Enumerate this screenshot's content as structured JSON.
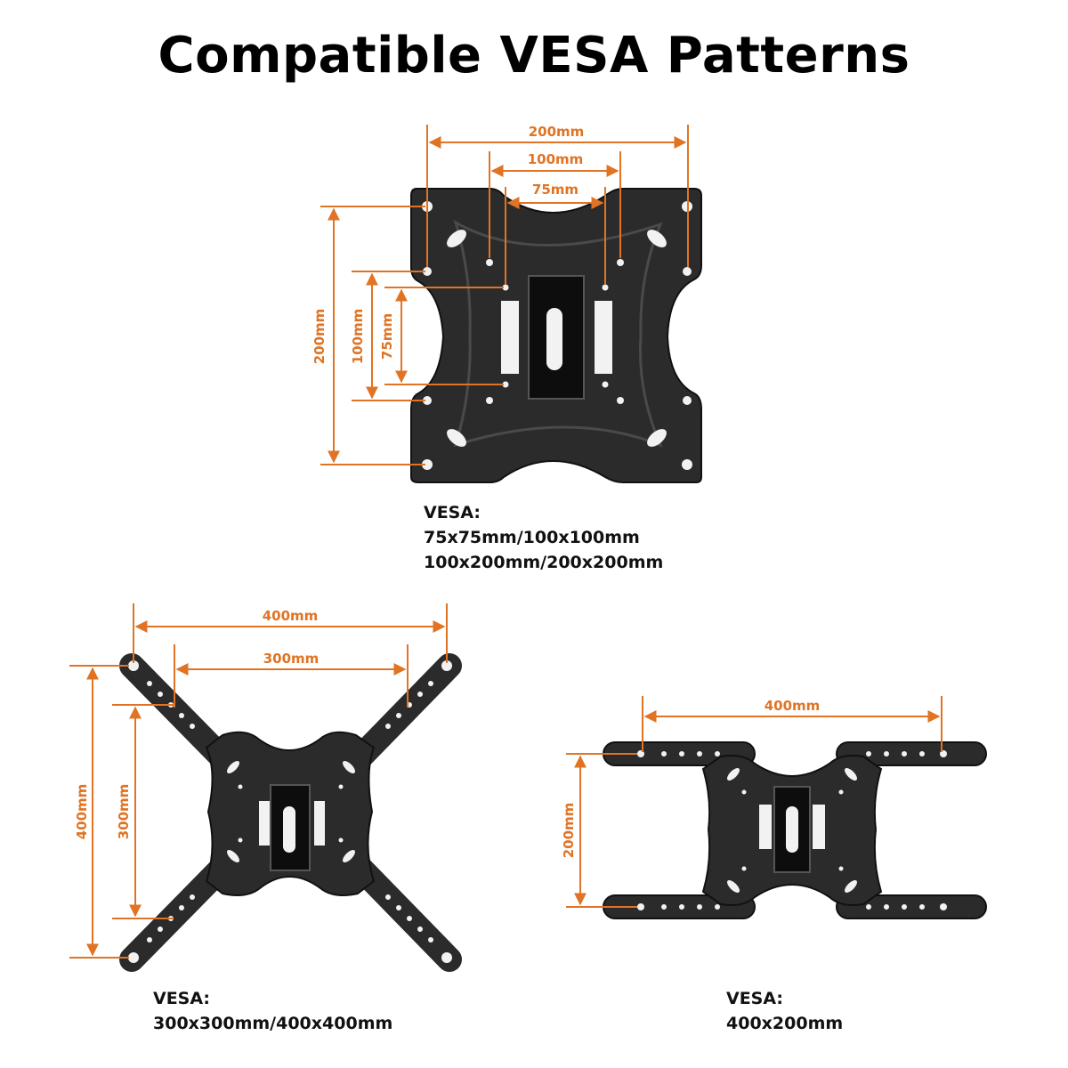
{
  "title": "Compatible VESA Patterns",
  "colors": {
    "dimension": "#e07424",
    "plate": "#2b2b2b",
    "plate_edge": "#111111",
    "hole": "#f2f2f2"
  },
  "mounts": {
    "top": {
      "dimensions": {
        "w200": "200mm",
        "w100": "100mm",
        "w75": "75mm",
        "h200": "200mm",
        "h100": "100mm",
        "h75": "75mm"
      },
      "caption": {
        "line1": "VESA:",
        "line2": "75x75mm/100x100mm",
        "line3": "100x200mm/200x200mm"
      }
    },
    "left": {
      "dimensions": {
        "w400": "400mm",
        "w300": "300mm",
        "h400": "400mm",
        "h300": "300mm"
      },
      "caption": {
        "line1": "VESA:",
        "line2": "300x300mm/400x400mm"
      }
    },
    "right": {
      "dimensions": {
        "w400": "400mm",
        "h200": "200mm"
      },
      "caption": {
        "line1": "VESA:",
        "line2": "400x200mm"
      }
    }
  }
}
